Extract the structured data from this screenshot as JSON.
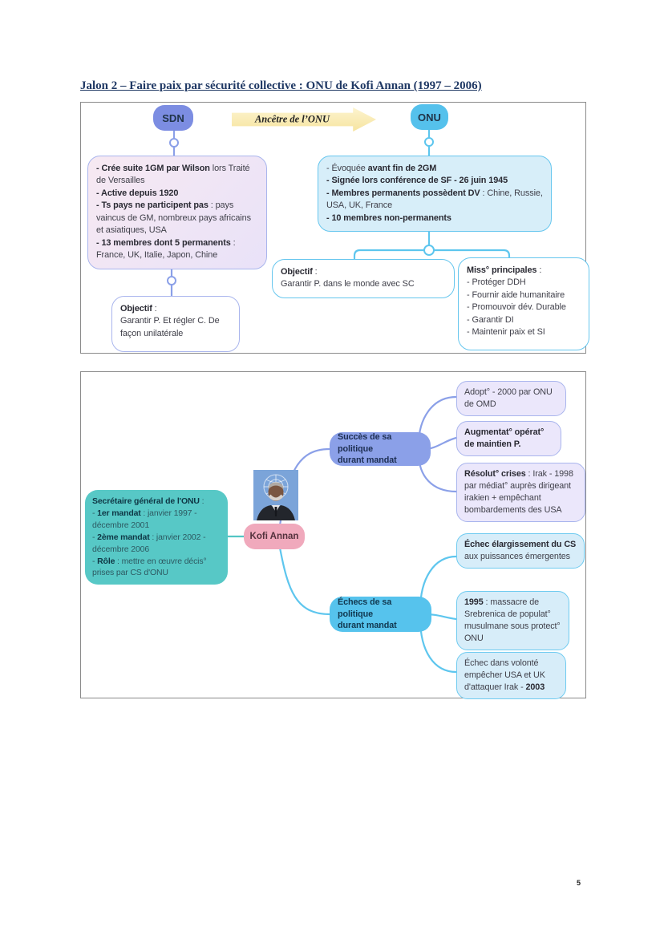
{
  "page": {
    "title": "Jalon 2 – Faire paix par sécurité collective : ONU de Kofi Annan (1997 – 2006)",
    "page_number": "5"
  },
  "colors": {
    "accent_periwinkle": "#8ba0e8",
    "accent_cyan": "#5ac4ed",
    "accent_teal": "#57c8c6",
    "accent_pink": "#f0a9bc",
    "arrow_yellow": "#f9ecb6",
    "title_blue": "#1f3864",
    "lilac_fill": "#f0e5f6",
    "cyan_fill": "#d7eef9",
    "lavender_fill": "#ebe7fb"
  },
  "diagram1": {
    "sdn_label": "SDN",
    "onu_label": "ONU",
    "arrow_label": "Ancêtre de l’ONU",
    "sdn_box": {
      "lines": [
        {
          "bold": "- Crée suite 1GM par Wilson",
          "rest": " lors Traité de Versailles"
        },
        {
          "bold": "- Active depuis 1920"
        },
        {
          "bold": "- Ts pays ne participent pas",
          "rest": " : pays vaincus de GM, nombreux pays africains et asiatiques, USA"
        },
        {
          "bold": "- 13 membres dont 5 permanents",
          "rest": " : France, UK, Italie, Japon, Chine"
        }
      ]
    },
    "onu_box": {
      "lines": [
        {
          "pre": "- Évoquée ",
          "bold": "avant fin de 2GM"
        },
        {
          "bold": "- Signée lors conférence de SF - 26 juin 1945"
        },
        {
          "bold": "- Membres permanents possèdent DV",
          "rest": " : Chine, Russie, USA, UK, France"
        },
        {
          "bold": "- 10 membres non-permanents"
        }
      ]
    },
    "sdn_objective": {
      "title_bold": "Objectif",
      "title_rest": " :",
      "body": "Garantir P. Et régler C. De façon unilatérale"
    },
    "onu_objective": {
      "title_bold": "Objectif",
      "title_rest": " :",
      "body": "Garantir P. dans le monde avec SC"
    },
    "missions": {
      "title_bold": "Miss° principales",
      "title_rest": " :",
      "items": [
        "- Protéger DDH",
        "- Fournir aide humanitaire",
        "- Promouvoir dév. Durable",
        "- Garantir DI",
        "- Maintenir paix et SI"
      ]
    }
  },
  "diagram2": {
    "kofi_label": "Kofi Annan",
    "secretary": {
      "lines": [
        {
          "bold": "Secrétaire général de l'ONU",
          "rest": " :"
        },
        {
          "pre": "- ",
          "bold": "1er mandat",
          "rest": " : janvier 1997 - décembre 2001"
        },
        {
          "pre": "- ",
          "bold": "2ème mandat",
          "rest": " : janvier 2002 - décembre 2006"
        },
        {
          "pre": "- ",
          "bold": "Rôle",
          "rest": " : mettre en œuvre décis° prises par CS d'ONU"
        }
      ]
    },
    "success_node": {
      "line1": "Succès de sa politique",
      "line2": "durant mandat"
    },
    "failure_node": {
      "line1": "Échecs de sa politique",
      "line2": "durant mandat"
    },
    "success_items": [
      {
        "rest": "Adopt° - 2000 par ONU de OMD"
      },
      {
        "bold": "Augmentat° opérat° de maintien P."
      },
      {
        "bold": "Résolut° crises",
        "rest": " : Irak - 1998 par médiat° auprès dirigeant irakien + empêchant bombardements des USA"
      }
    ],
    "failure_items": [
      {
        "bold": "Échec élargissement du CS",
        "rest": " aux puissances émergentes"
      },
      {
        "bold": "1995",
        "rest": " : massacre de Srebrenica de populat° musulmane sous protect° ONU"
      },
      {
        "pre": "Échec dans volonté empêcher USA et UK d'attaquer Irak - ",
        "bold": "2003"
      }
    ]
  }
}
